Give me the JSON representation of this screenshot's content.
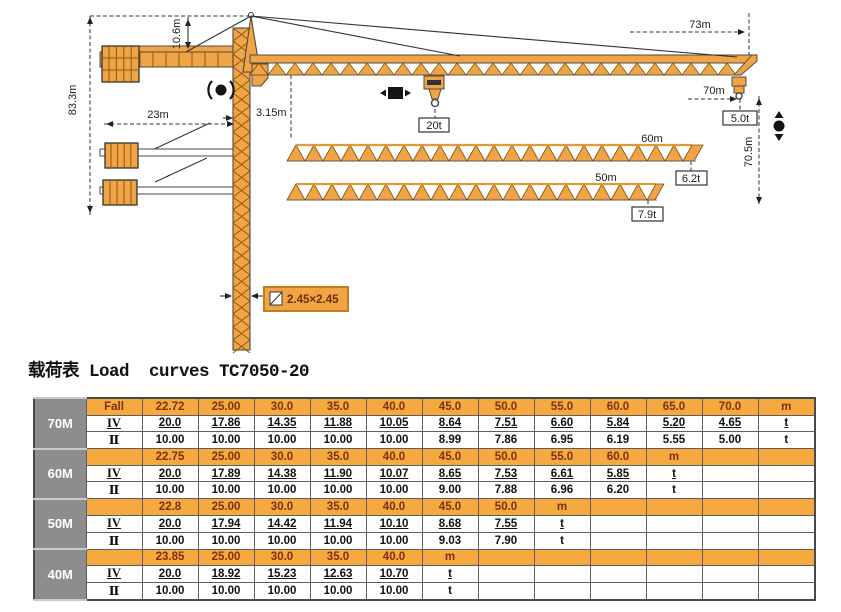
{
  "title": {
    "cn": "载荷表",
    "en": " Load  curves ",
    "model": "TC7050-20"
  },
  "colors": {
    "crane_orange": "#F0A444",
    "table_header_orange": "#F5A93E",
    "label_gray": "#8D8D8F",
    "header_text": "#7E3110"
  },
  "diagram": {
    "dims": {
      "height_total": "83.3m",
      "tower_above_jib": "10.6m",
      "counter_radius": "23m",
      "slew_offset": "3.15m",
      "jib_length": "73m",
      "max_radius": "70m",
      "hook_height": "70.5m",
      "jib60": "60m",
      "jib50": "50m"
    },
    "loads": {
      "max": "20t",
      "tip73": "5.0t",
      "tip60": "6.2t",
      "tip50": "7.9t"
    },
    "mast_section": "2.45×2.45"
  },
  "table": {
    "unit_radius": "m",
    "unit_load": "t",
    "fall_header": "Fall",
    "sections": [
      {
        "label": "70M",
        "fall_header": "Fall",
        "radii": [
          "22.72",
          "25.00",
          "30.0",
          "35.0",
          "40.0",
          "45.0",
          "50.0",
          "55.0",
          "60.0",
          "65.0",
          "70.0"
        ],
        "rows": [
          {
            "fall": "IV",
            "values": [
              "20.0",
              "17.86",
              "14.35",
              "11.88",
              "10.05",
              "8.64",
              "7.51",
              "6.60",
              "5.84",
              "5.20",
              "4.65"
            ]
          },
          {
            "fall": "Ⅱ",
            "values": [
              "10.00",
              "10.00",
              "10.00",
              "10.00",
              "10.00",
              "8.99",
              "7.86",
              "6.95",
              "6.19",
              "5.55",
              "5.00"
            ]
          }
        ]
      },
      {
        "label": "60M",
        "fall_header": "",
        "radii": [
          "22.75",
          "25.00",
          "30.0",
          "35.0",
          "40.0",
          "45.0",
          "50.0",
          "55.0",
          "60.0"
        ],
        "rows": [
          {
            "fall": "IV",
            "values": [
              "20.0",
              "17.89",
              "14.38",
              "11.90",
              "10.07",
              "8.65",
              "7.53",
              "6.61",
              "5.85"
            ]
          },
          {
            "fall": "Ⅱ",
            "values": [
              "10.00",
              "10.00",
              "10.00",
              "10.00",
              "10.00",
              "9.00",
              "7.88",
              "6.96",
              "6.20"
            ]
          }
        ]
      },
      {
        "label": "50M",
        "fall_header": "",
        "radii": [
          "22.8",
          "25.00",
          "30.0",
          "35.0",
          "40.0",
          "45.0",
          "50.0"
        ],
        "rows": [
          {
            "fall": "IV",
            "values": [
              "20.0",
              "17.94",
              "14.42",
              "11.94",
              "10.10",
              "8.68",
              "7.55"
            ]
          },
          {
            "fall": "Ⅱ",
            "values": [
              "10.00",
              "10.00",
              "10.00",
              "10.00",
              "10.00",
              "9.03",
              "7.90"
            ]
          }
        ]
      },
      {
        "label": "40M",
        "fall_header": "",
        "radii": [
          "23.85",
          "25.00",
          "30.0",
          "35.0",
          "40.0"
        ],
        "rows": [
          {
            "fall": "IV",
            "values": [
              "20.0",
              "18.92",
              "15.23",
              "12.63",
              "10.70"
            ]
          },
          {
            "fall": "Ⅱ",
            "values": [
              "10.00",
              "10.00",
              "10.00",
              "10.00",
              "10.00"
            ]
          }
        ]
      }
    ]
  }
}
